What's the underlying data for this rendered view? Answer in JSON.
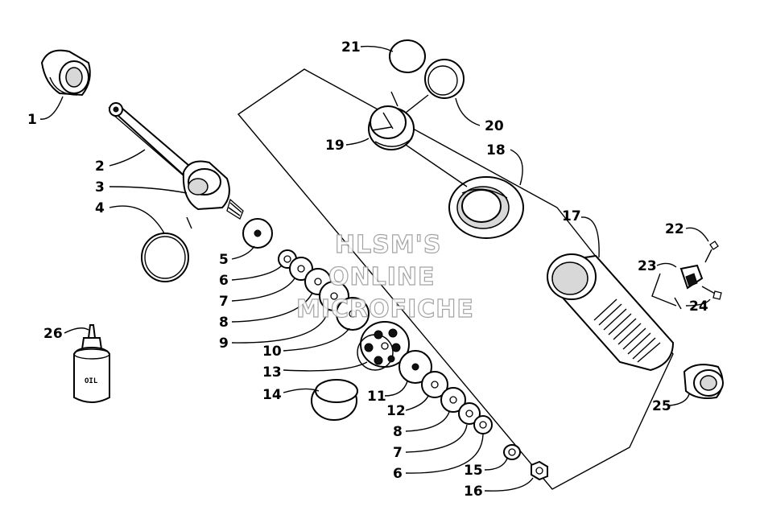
{
  "watermark": {
    "line1": "HLSM'S",
    "line2": "ONLINE",
    "line3": "MICROFICHE"
  },
  "oil_label": "OIL",
  "callouts": {
    "c1": "1",
    "c2": "2",
    "c3": "3",
    "c4": "4",
    "c5": "5",
    "c6a": "6",
    "c7a": "7",
    "c8a": "8",
    "c9": "9",
    "c10": "10",
    "c11": "11",
    "c12": "12",
    "c13": "13",
    "c14": "14",
    "c8b": "8",
    "c7b": "7",
    "c6b": "6",
    "c15": "15",
    "c16": "16",
    "c17": "17",
    "c18": "18",
    "c19": "19",
    "c20": "20",
    "c21": "21",
    "c22": "22",
    "c23": "23",
    "c24": "24",
    "c25": "25",
    "c26": "26"
  }
}
